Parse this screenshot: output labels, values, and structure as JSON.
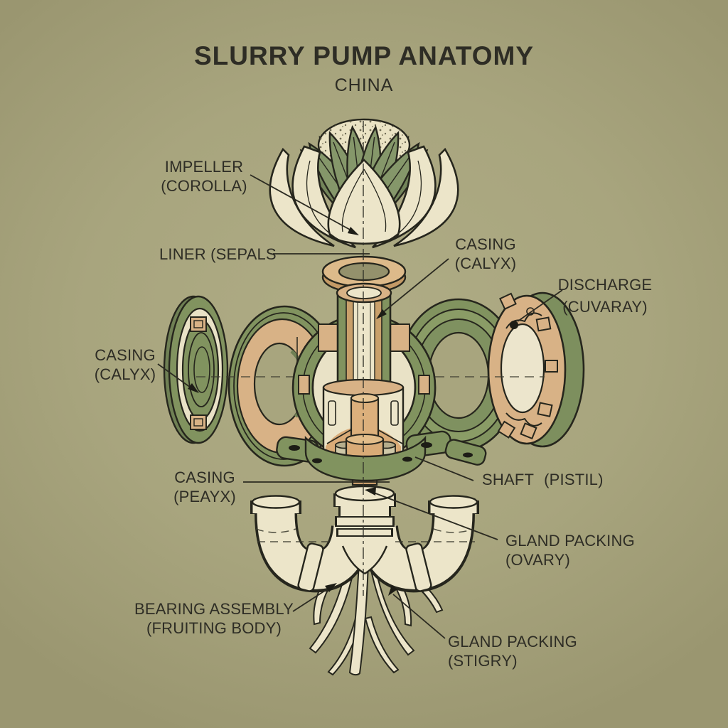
{
  "header": {
    "title": "SLURRY PUMP ANATOMY",
    "subtitle": "CHINA"
  },
  "labels": {
    "impeller": {
      "line1": "IMPELLER",
      "line2": "(COROLLA)"
    },
    "liner": {
      "line1": "LINER (SEPALS"
    },
    "casing_calyx_right": {
      "line1": "CASING",
      "line2": "(CALYX)"
    },
    "discharge": {
      "line1": "DISCHARGE",
      "line2": "(CUVARAY)"
    },
    "casing_calyx_left": {
      "line1": "CASING",
      "line2": "(CALYX)"
    },
    "casing_peayx": {
      "line1": "CASING",
      "line2": "(PEAYX)"
    },
    "shaft": {
      "line1": "SHAFT",
      "line2": "(PISTIL)"
    },
    "gland_packing_ovary": {
      "line1": "GLAND PACKING",
      "line2": "(OVARY)"
    },
    "bearing_assembly": {
      "line1": "BEARING ASSEMBLY",
      "line2": "(FRUITING BODY)"
    },
    "gland_packing_stigry": {
      "line1": "GLAND PACKING",
      "line2": "(STIGRY)"
    }
  },
  "figure": {
    "parts": [
      "flower-impeller",
      "liner-ring",
      "suction-disc",
      "casing-disc-left",
      "casing-ring-right",
      "discharge-flange",
      "central-casing",
      "shaft-assembly",
      "base-flange",
      "pipe-assembly",
      "root-system"
    ]
  },
  "colors": {
    "background": "#a8a57e",
    "ink": "#2e2d25",
    "outline": "#26261d",
    "cream": "#ece5c9",
    "green": "#81935f",
    "green_dark": "#6f8054",
    "tan": "#d8b286",
    "tan_dark": "#c49a66"
  }
}
